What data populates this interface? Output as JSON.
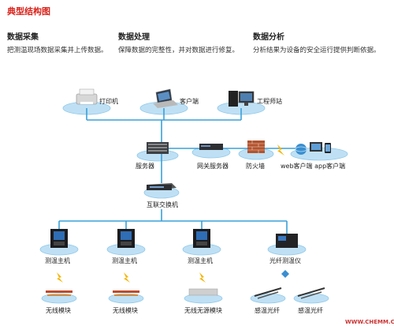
{
  "title": "典型结构图",
  "columns": [
    {
      "title": "数据采集",
      "desc": "把测温现场数据采集并上传数据。"
    },
    {
      "title": "数据处理",
      "desc": "保障数据的完整性，并对数据进行修复。"
    },
    {
      "title": "数据分析",
      "desc": "分析结果为设备的安全运行提供判断依据。"
    }
  ],
  "nodes": {
    "printer": "打印机",
    "client": "客户端",
    "workstation": "工程师站",
    "server": "服务器",
    "gateway": "网关服务器",
    "firewall": "防火墙",
    "web_client": "web客户端 app客户端",
    "switch": "互联交换机",
    "host1": "测温主机",
    "host2": "测温主机",
    "host3": "测温主机",
    "fiber_meter": "光纤测温仪",
    "wireless1": "无线模块",
    "wireless2": "无线模块",
    "passive": "无线无源模块",
    "fiber1": "感温光纤",
    "fiber2": "感温光纤"
  },
  "watermark": "WWW.CHEMM.CN",
  "colors": {
    "accent": "#d9241b",
    "line": "#3aa0d8",
    "ellipse": "#bfe0f4"
  }
}
